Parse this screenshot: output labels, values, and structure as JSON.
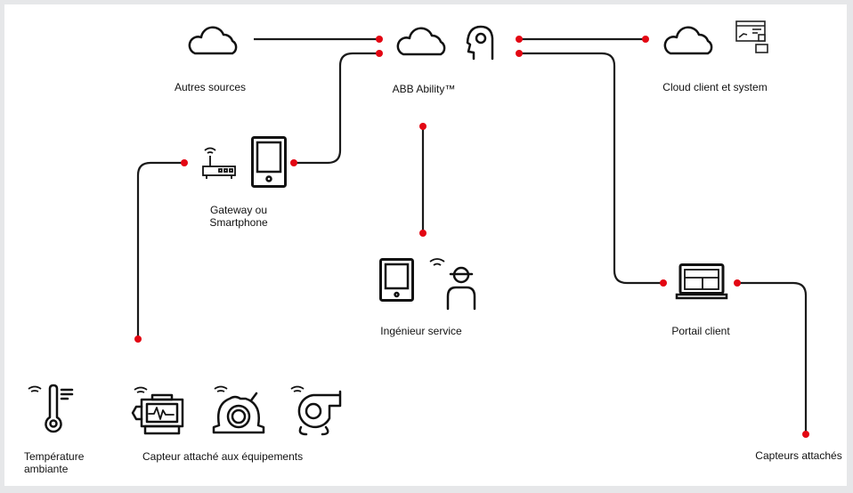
{
  "colors": {
    "connector": "#e30613",
    "line": "#1a1a1a",
    "background": "#ffffff",
    "frame": "#e6e7e9"
  },
  "nodes": {
    "autres_sources": {
      "label": "Autres sources",
      "icon": "cloud-icon"
    },
    "abb_ability": {
      "label": "ABB Ability™",
      "icons": [
        "cloud-icon",
        "head-gear-icon"
      ]
    },
    "cloud_client": {
      "label": "Cloud client et system",
      "icons": [
        "cloud-icon",
        "dashboard-user-icon"
      ]
    },
    "gateway": {
      "label_line1": "Gateway ou",
      "label_line2": "Smartphone",
      "icons": [
        "router-icon",
        "tablet-icon"
      ]
    },
    "ingenieur": {
      "label": "Ingénieur service",
      "icons": [
        "tablet-icon",
        "wifi-icon",
        "engineer-icon"
      ]
    },
    "portail": {
      "label": "Portail client",
      "icon": "laptop-icon"
    },
    "temperature": {
      "label_line1": "Température",
      "label_line2": "ambiante",
      "icon": "thermometer-icon"
    },
    "capteur_equipements": {
      "label": "Capteur attaché aux équipements",
      "icons": [
        "motor-icon",
        "pump-icon",
        "fan-icon"
      ]
    },
    "capteurs_attaches": {
      "label": "Capteurs attachés"
    }
  }
}
